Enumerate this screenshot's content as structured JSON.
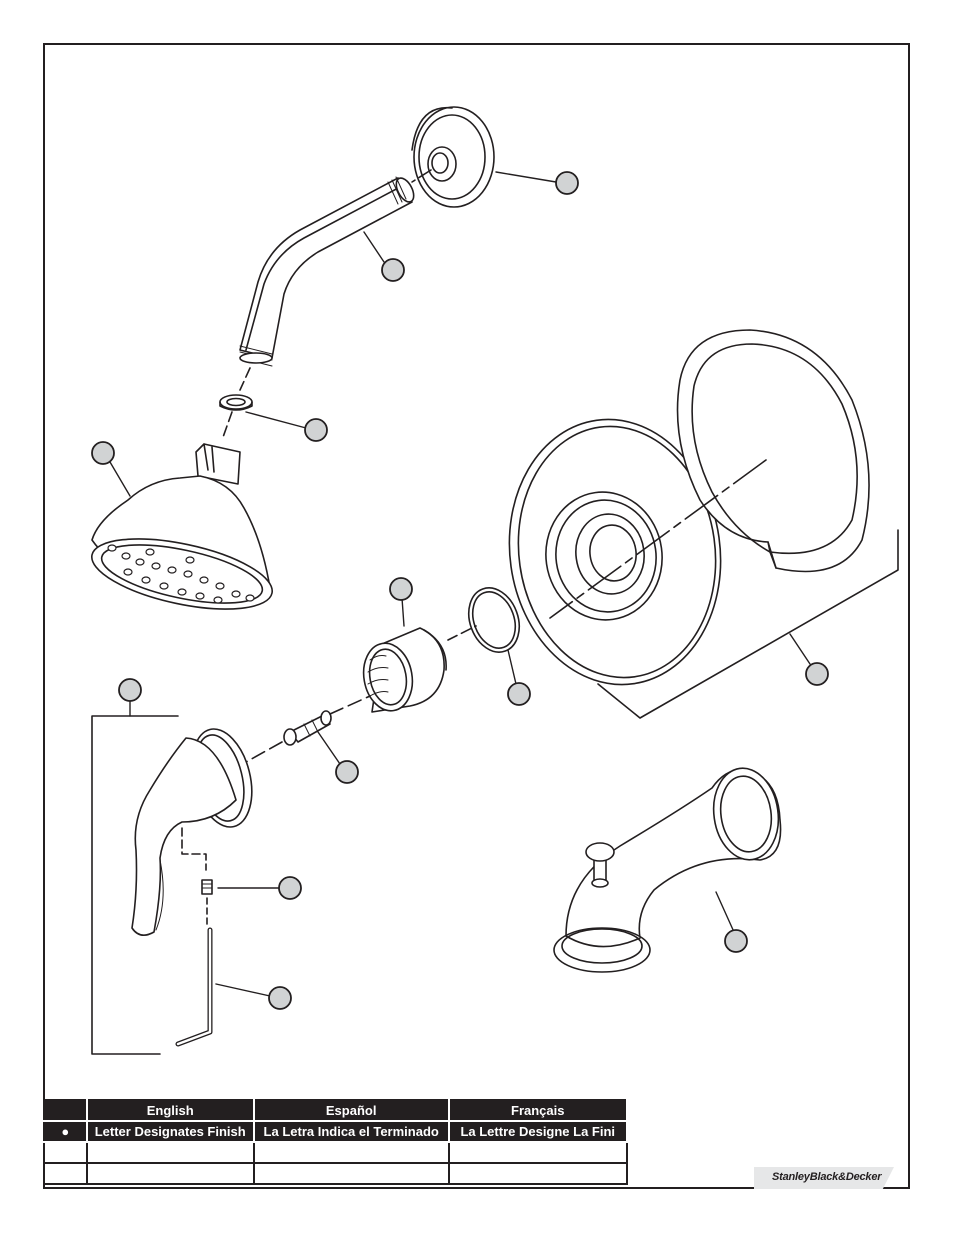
{
  "legend": {
    "headers": [
      "",
      "English",
      "Español",
      "Français"
    ],
    "finish_row": {
      "symbol": "●",
      "english": "Letter Designates Finish",
      "espanol": "La Letra Indica el Terminado",
      "francais": "La Lettre Designe La Fini"
    }
  },
  "brand": "StanleyBlack&Decker",
  "colors": {
    "ink": "#231f20",
    "callout_fill": "#d1d3d4",
    "brand_bg": "#e6e7e8"
  }
}
